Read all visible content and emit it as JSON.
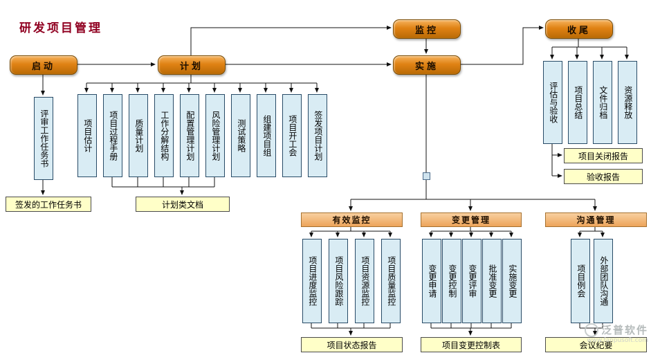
{
  "title": "研发项目管理",
  "phases": {
    "start": "启动",
    "plan": "计划",
    "monitor": "监控",
    "implement": "实施",
    "close": "收尾"
  },
  "start_branch": {
    "review_task": "评审工作任务书",
    "issued_doc": "签发的工作任务书"
  },
  "plan_branch": {
    "items": [
      "项目估计",
      "项目过程手册",
      "质量计划",
      "工作分解结构",
      "配置管理计划",
      "风险管理计划",
      "测试策略",
      "组建项目组",
      "项目开工会",
      "签发项目计划"
    ],
    "doc": "计划类文档"
  },
  "close_branch": {
    "items": [
      "评估与验收",
      "项目总结",
      "文件归档",
      "资源释放"
    ],
    "close_report": "项目关闭报告",
    "acceptance_report": "验收报告"
  },
  "sections": [
    {
      "header": "有效监控",
      "items": [
        "项目进度监控",
        "项目风险跟踪",
        "项目资源监控",
        "项目质量监控"
      ],
      "doc": "项目状态报告"
    },
    {
      "header": "变更管理",
      "items": [
        "变更申请",
        "变更控制",
        "变更评审",
        "批准变更",
        "实施变更"
      ],
      "doc": "项目变更控制表"
    },
    {
      "header": "沟通管理",
      "items": [
        "项目例会",
        "外部团队沟通"
      ],
      "doc": "会议纪要"
    }
  ],
  "watermark": {
    "brand": "泛普软件",
    "url": "www.fanpusoft.com"
  },
  "colors": {
    "phase_orange": "#e08214",
    "task_fill": "#d9ecf4",
    "doc_fill": "#ffffc8",
    "header_fill": "#f0ad62",
    "title_red": "#900021"
  }
}
